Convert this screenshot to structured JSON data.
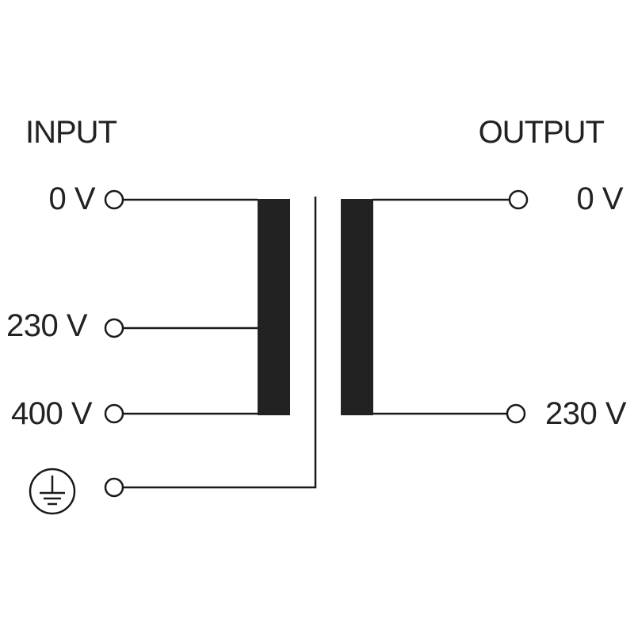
{
  "input": {
    "heading": "INPUT",
    "terminals": [
      {
        "label": "0 V"
      },
      {
        "label": "230 V"
      },
      {
        "label": "400 V"
      }
    ],
    "ground_icon": "protective-earth-icon"
  },
  "output": {
    "heading": "OUTPUT",
    "terminals": [
      {
        "label": "0 V"
      },
      {
        "label": "230 V"
      }
    ]
  },
  "colors": {
    "line": "#1a1a1a",
    "winding": "#222222",
    "text": "#222222",
    "background": "#ffffff"
  }
}
